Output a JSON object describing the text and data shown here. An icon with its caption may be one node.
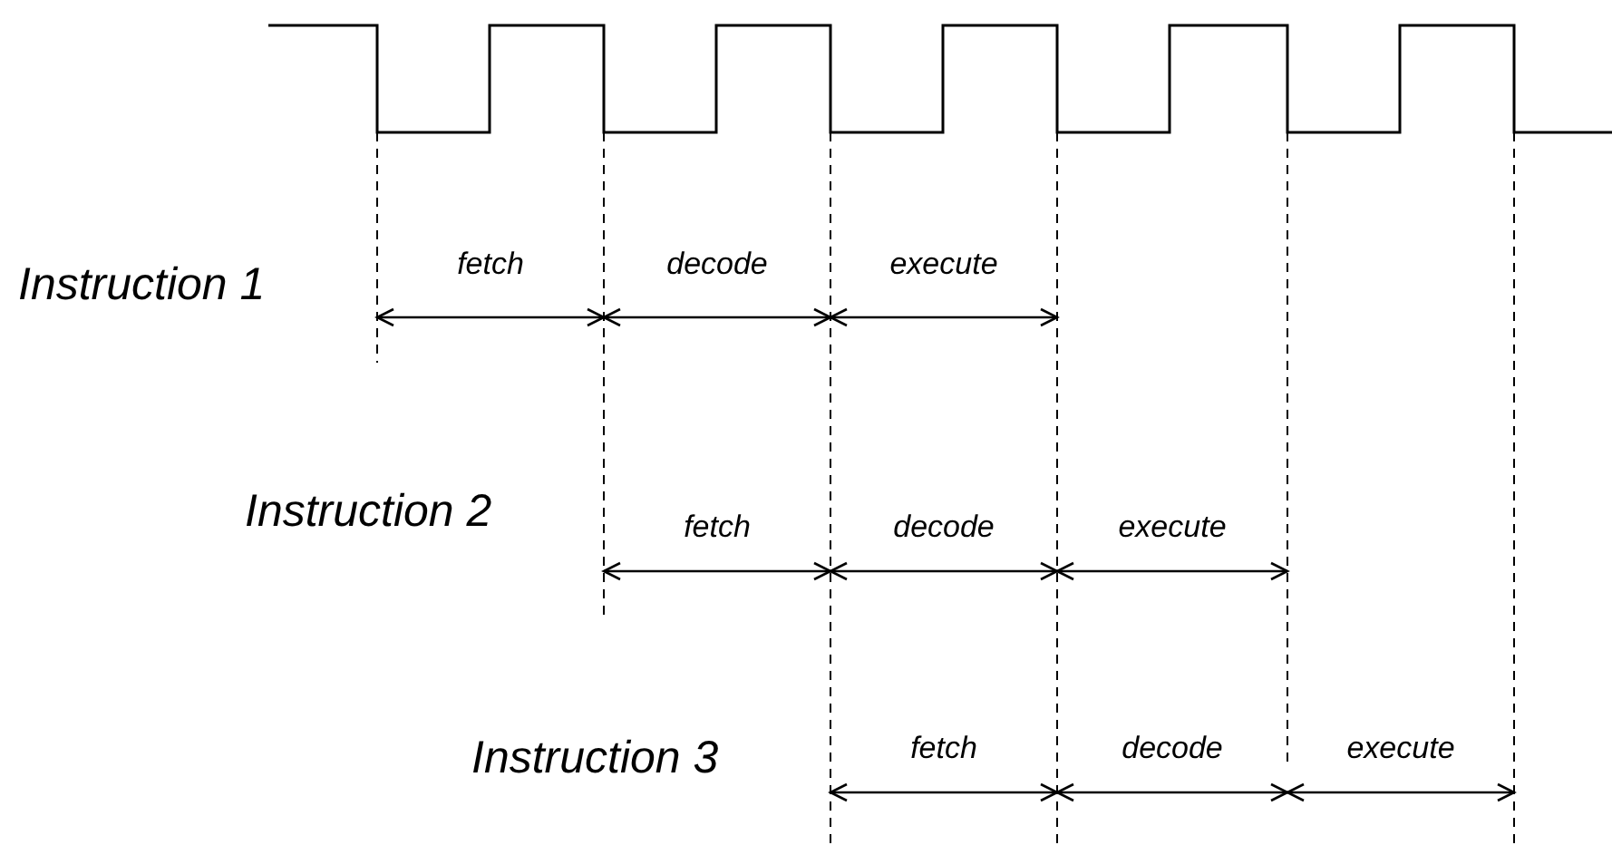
{
  "diagram": {
    "labels": [
      "Instruction 1",
      "fetch",
      "decode",
      "execute",
      "Instruction 2",
      "fetch",
      "decode",
      "execute",
      "Instruction 3",
      "fetch",
      "decode",
      "execute"
    ]
  }
}
